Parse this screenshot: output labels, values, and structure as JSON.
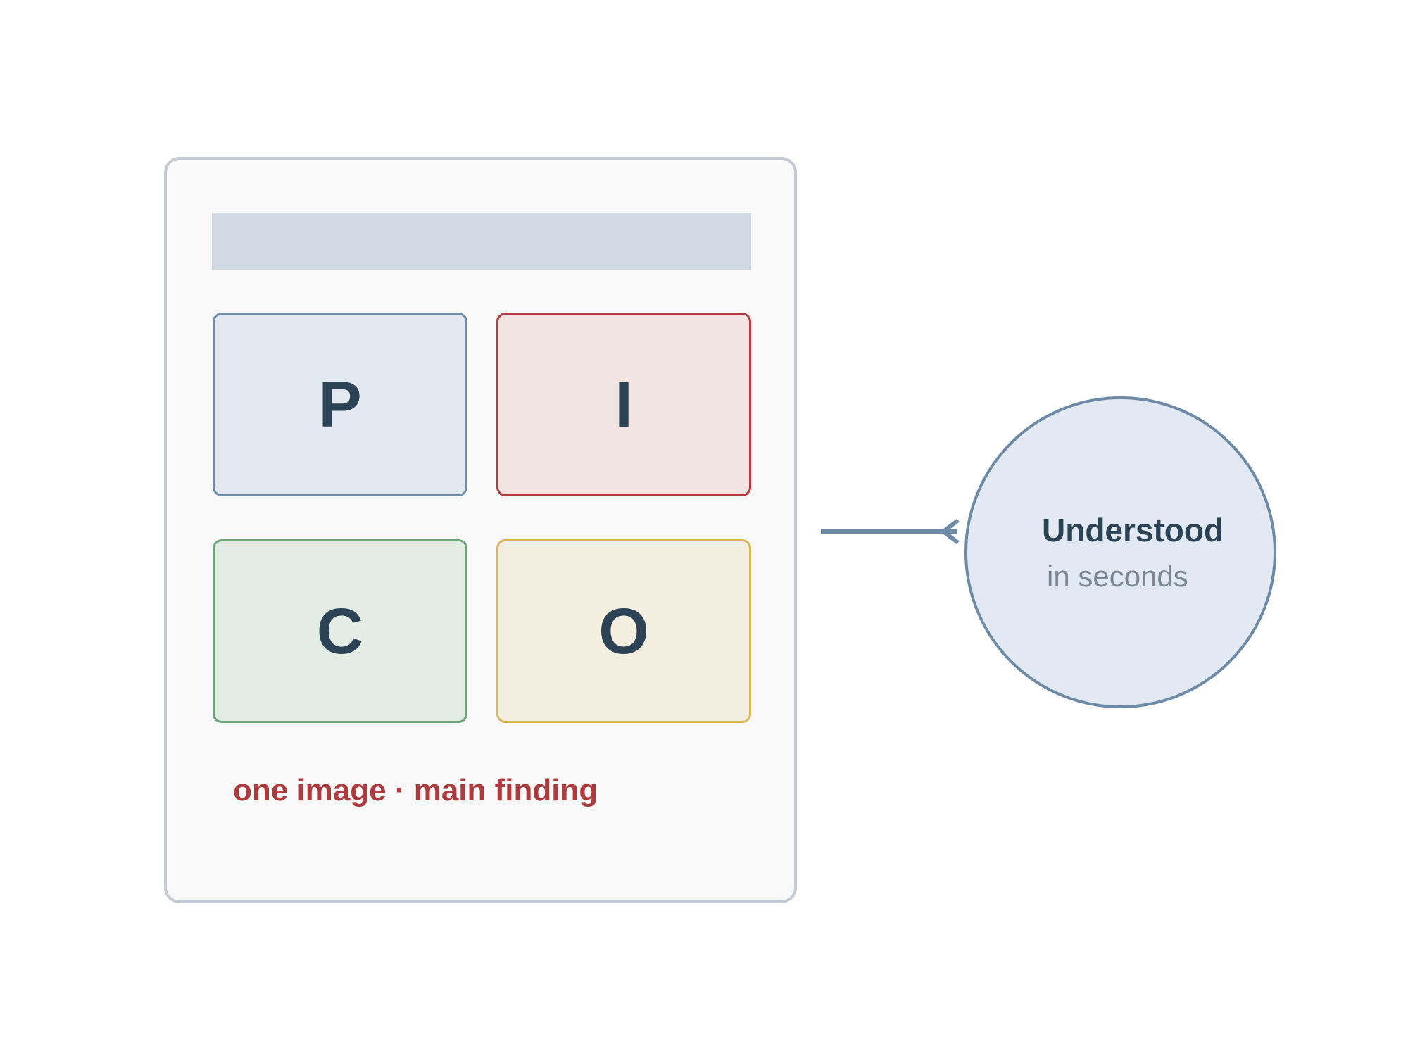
{
  "card": {
    "tiles": [
      {
        "letter": "P"
      },
      {
        "letter": "I"
      },
      {
        "letter": "C"
      },
      {
        "letter": "O"
      }
    ],
    "caption": "one image · main finding"
  },
  "bubble": {
    "title": "Understood",
    "subtitle": "in seconds"
  },
  "colors": {
    "p_border": "#6f8ca8",
    "i_border": "#b33b40",
    "c_border": "#6aa67a",
    "o_border": "#ddb35c",
    "caption": "#ad3a3d",
    "text_dark": "#2c4255",
    "connector": "#6d8aa6"
  }
}
